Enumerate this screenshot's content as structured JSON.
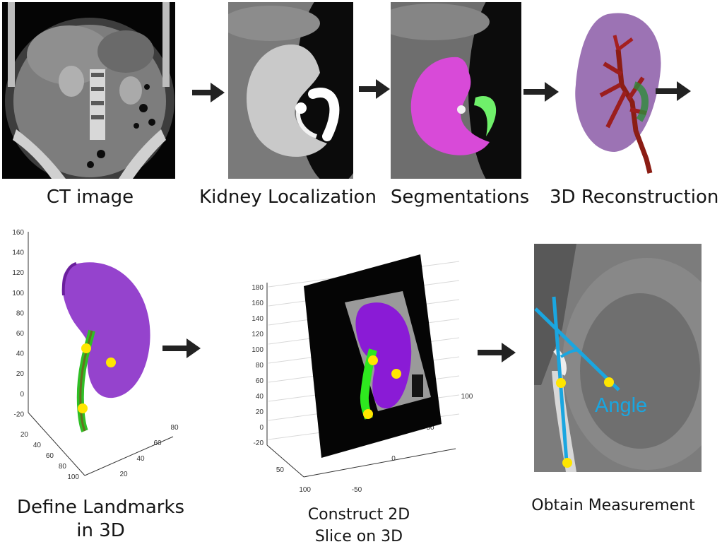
{
  "top_row": {
    "captions": [
      "CT image",
      "Kidney Localization",
      "Segmentations",
      "3D Reconstruction"
    ]
  },
  "bottom_row": {
    "caption_landmarks_line1": "Define Landmarks",
    "caption_landmarks_line2": "in 3D",
    "caption_slice_line1": "Construct 2D",
    "caption_slice_line2": "Slice on 3D",
    "caption_measure": "Obtain Measurement",
    "angle_label": "Angle"
  },
  "plot_landmarks": {
    "z_ticks": [
      "160",
      "140",
      "120",
      "100",
      "80",
      "60",
      "40",
      "20",
      "0",
      "-20"
    ],
    "x_ticks": [
      "20",
      "40",
      "60",
      "80",
      "100"
    ],
    "y_ticks": [
      "20",
      "40",
      "60",
      "80"
    ]
  },
  "plot_slice": {
    "z_ticks": [
      "180",
      "160",
      "140",
      "120",
      "100",
      "80",
      "60",
      "40",
      "20",
      "0",
      "-20"
    ],
    "x_ticks": [
      "50",
      "100"
    ],
    "y_ticks": [
      "-50",
      "0",
      "50",
      "100"
    ]
  },
  "colors": {
    "kidney_purple": "#8a2fc8",
    "ureter_green": "#27d31e",
    "landmark_yellow": "#ffe600",
    "measure_blue": "#1aa6e0",
    "arrow": "#222222"
  }
}
